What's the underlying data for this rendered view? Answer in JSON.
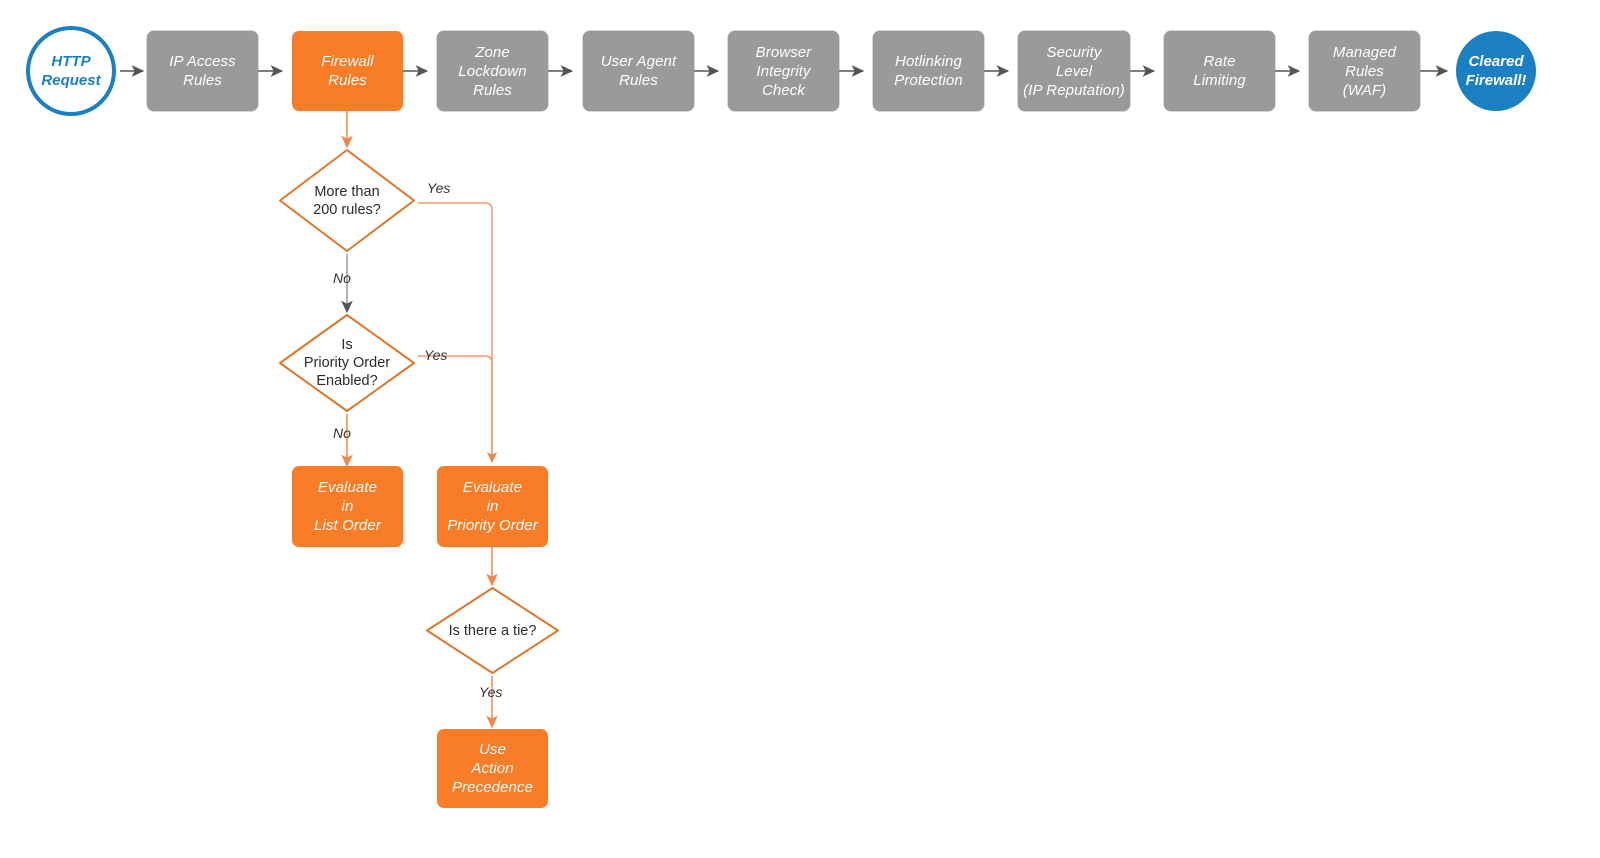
{
  "diagram": {
    "title": "Cloudflare request firewall evaluation order",
    "colors": {
      "orange": "#f97d26",
      "orange_line": "#f2864a",
      "gray": "#9a9a9a",
      "gray_arrow": "#555555",
      "blue": "#1b7fc3",
      "text_dark": "#2b2b2b",
      "background": "#ffffff"
    }
  },
  "pipeline": {
    "start": {
      "label": "HTTP\nRequest",
      "shape": "circle-outline",
      "color": "#1b7fc3"
    },
    "steps": [
      {
        "id": "ip-access-rules",
        "label": "IP Access\nRules",
        "color": "#9a9a9a"
      },
      {
        "id": "firewall-rules",
        "label": "Firewall\nRules",
        "color": "#f97d26"
      },
      {
        "id": "zone-lockdown-rules",
        "label": "Zone\nLockdown\nRules",
        "color": "#9a9a9a"
      },
      {
        "id": "user-agent-rules",
        "label": "User Agent\nRules",
        "color": "#9a9a9a"
      },
      {
        "id": "browser-integrity",
        "label": "Browser\nIntegrity\nCheck",
        "color": "#9a9a9a"
      },
      {
        "id": "hotlinking-protection",
        "label": "Hotlinking\nProtection",
        "color": "#9a9a9a"
      },
      {
        "id": "security-level",
        "label": "Security\nLevel\n(IP Reputation)",
        "color": "#9a9a9a"
      },
      {
        "id": "rate-limiting",
        "label": "Rate\nLimiting",
        "color": "#9a9a9a"
      },
      {
        "id": "managed-rules-waf",
        "label": "Managed\nRules\n(WAF)",
        "color": "#9a9a9a"
      }
    ],
    "end": {
      "label": "Cleared\nFirewall!",
      "shape": "circle-filled",
      "color": "#1b7fc3"
    }
  },
  "branch": {
    "decisions": [
      {
        "id": "more-than-200-rules",
        "label": "More than\n200 rules?"
      },
      {
        "id": "is-priority-order",
        "label": "Is\nPriority Order\nEnabled?"
      },
      {
        "id": "is-there-a-tie",
        "label": "Is there a tie?"
      }
    ],
    "outcomes": [
      {
        "id": "evaluate-list-order",
        "label": "Evaluate\nin\nList Order"
      },
      {
        "id": "evaluate-priority-order",
        "label": "Evaluate\nin\nPriority Order"
      },
      {
        "id": "use-action-precedence",
        "label": "Use\nAction\nPrecedence"
      }
    ],
    "edge_labels": {
      "more_than_200_yes": "Yes",
      "more_than_200_no": "No",
      "priority_order_yes": "Yes",
      "priority_order_no": "No",
      "tie_yes": "Yes"
    }
  }
}
